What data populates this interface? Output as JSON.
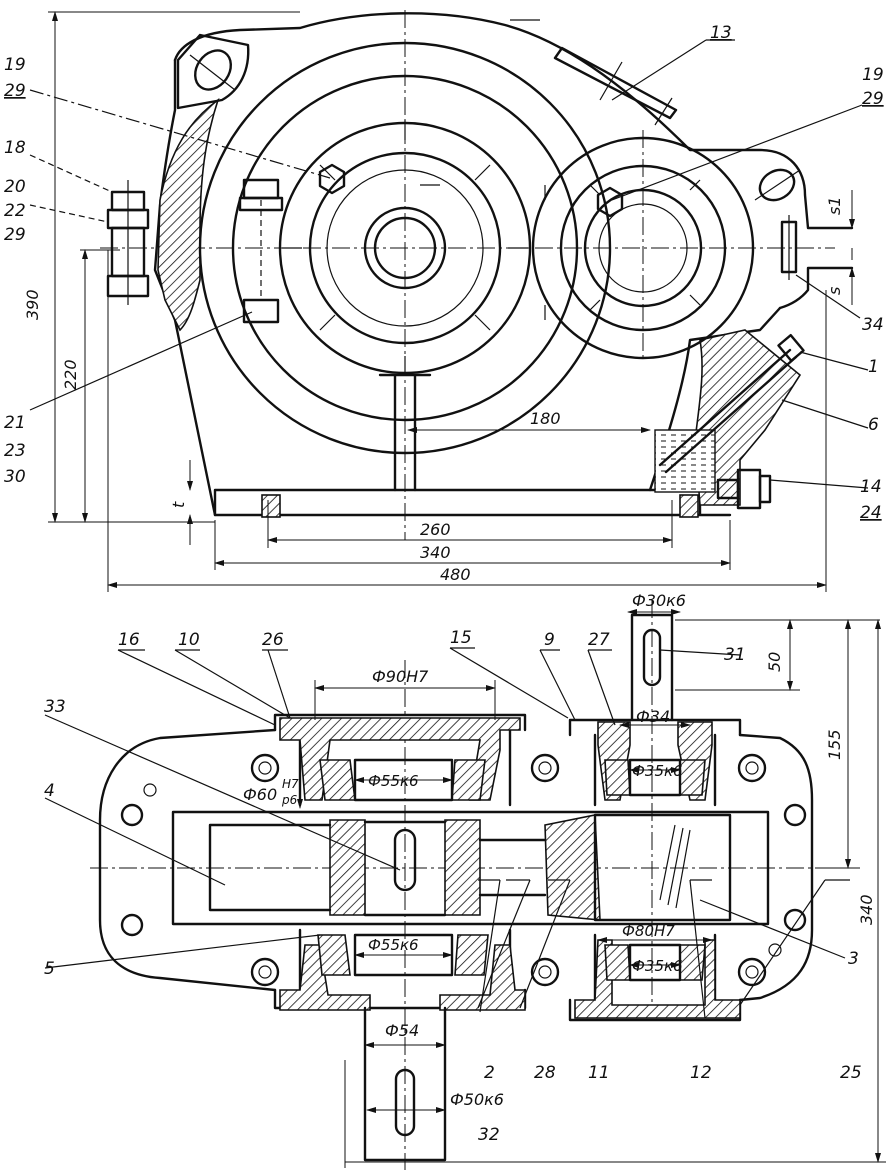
{
  "top_view": {
    "dimensions": {
      "height_total": "390",
      "height_axis": "220",
      "center_distance": "180",
      "base_inner": "260",
      "base_mid": "340",
      "base_total": "480",
      "flange_thickness": "t",
      "gap_s": "s",
      "gap_s1": "s1"
    },
    "callouts": {
      "c13": "13",
      "c19_left_top": "19",
      "c19_left_bottom": "29",
      "c19_right_top": "19",
      "c19_right_bottom": "29",
      "c18": "18",
      "c20_a": "20",
      "c20_b": "22",
      "c20_c": "29",
      "c21_a": "21",
      "c21_b": "23",
      "c21_c": "30",
      "c34": "34",
      "c1": "1",
      "c6": "6",
      "c14_a": "14",
      "c14_b": "24"
    }
  },
  "plan_view": {
    "dimensions": {
      "d30k6": "Ф30к6",
      "len50": "50",
      "len155": "155",
      "len340": "340",
      "d90H7": "Ф90Н7",
      "d34": "Ф34",
      "d35k6_top": "Ф35к6",
      "d55k6_top": "Ф55к6",
      "d60": "Ф60",
      "d60_fit_top": "Н7",
      "d60_fit_bottom": "р6",
      "d55k6_bottom": "Ф55к6",
      "d80H7": "Ф80Н7",
      "d35k6_bottom": "Ф35к6",
      "d54": "Ф54",
      "d50k6": "Ф50к6"
    },
    "callouts": {
      "c16": "16",
      "c10": "10",
      "c26": "26",
      "c15": "15",
      "c9": "9",
      "c27": "27",
      "c31": "31",
      "c33": "33",
      "c4": "4",
      "c5": "5",
      "c3": "3",
      "c2": "2",
      "c28": "28",
      "c11": "11",
      "c12": "12",
      "c25": "25",
      "c32": "32"
    }
  }
}
